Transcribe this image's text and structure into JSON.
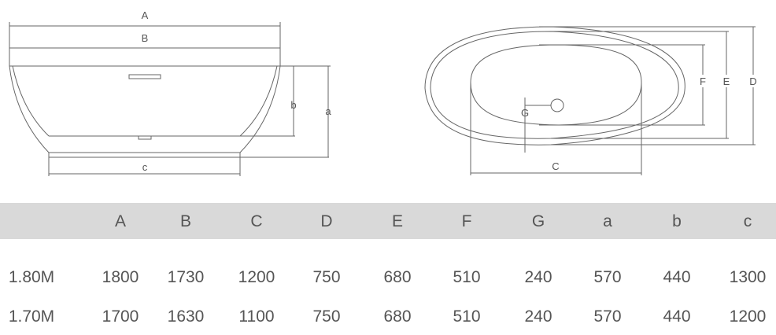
{
  "diagram": {
    "side_labels": {
      "A": "A",
      "B": "B",
      "a": "a",
      "b": "b",
      "c": "c"
    },
    "top_labels": {
      "C": "C",
      "D": "D",
      "E": "E",
      "F": "F",
      "G": "G"
    }
  },
  "table": {
    "headers": [
      "",
      "A",
      "B",
      "C",
      "D",
      "E",
      "F",
      "G",
      "a",
      "b",
      "c"
    ],
    "rows": [
      [
        "1.80M",
        "1800",
        "1730",
        "1200",
        "750",
        "680",
        "510",
        "240",
        "570",
        "440",
        "1300"
      ],
      [
        "1.70M",
        "1700",
        "1630",
        "1100",
        "750",
        "680",
        "510",
        "240",
        "570",
        "440",
        "1200"
      ]
    ]
  }
}
